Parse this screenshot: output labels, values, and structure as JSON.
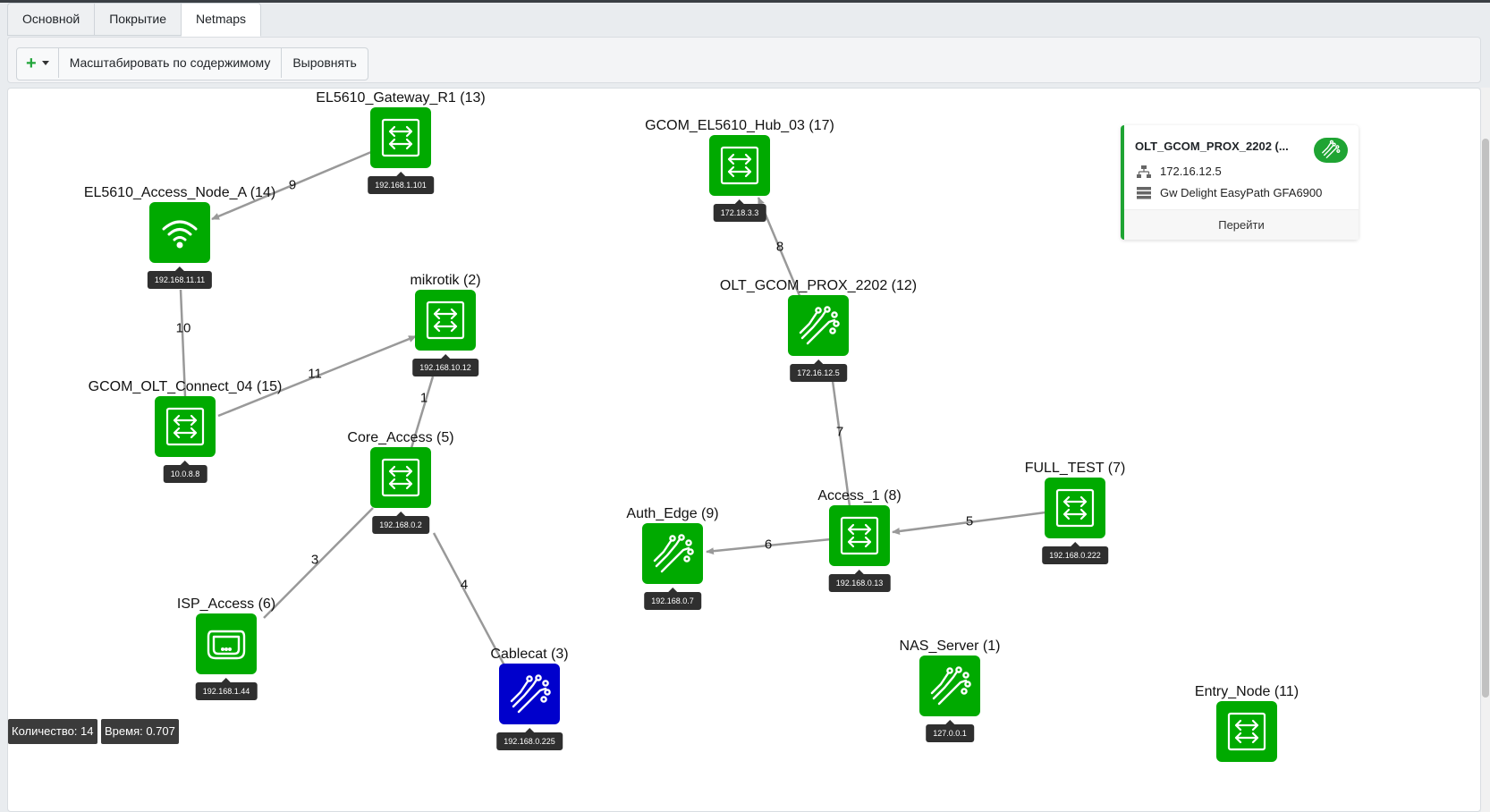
{
  "tabs": [
    "Основной",
    "Покрытие",
    "Netmaps"
  ],
  "toolbar": {
    "add_label": "+",
    "fit_label": "Масштабировать по содержимому",
    "align_label": "Выровнять"
  },
  "nodes": {
    "n13": {
      "name": "EL5610_Gateway_R1 (13)",
      "ip": "192.168.1.101",
      "type": "switch",
      "color": "#00aa00"
    },
    "n17": {
      "name": "GCOM_EL5610_Hub_03 (17)",
      "ip": "172.18.3.3",
      "type": "switch",
      "color": "#00aa00"
    },
    "n14": {
      "name": "EL5610_Access_Node_A (14)",
      "ip": "192.168.11.11",
      "type": "wifi",
      "color": "#00aa00"
    },
    "n2": {
      "name": "mikrotik (2)",
      "ip": "192.168.10.12",
      "type": "switch",
      "color": "#00aa00"
    },
    "n12": {
      "name": "OLT_GCOM_PROX_2202 (12)",
      "ip": "172.16.12.5",
      "type": "olt",
      "color": "#00aa00"
    },
    "n15": {
      "name": "GCOM_OLT_Connect_04 (15)",
      "ip": "10.0.8.8",
      "type": "switch",
      "color": "#00aa00"
    },
    "n5": {
      "name": "Core_Access (5)",
      "ip": "192.168.0.2",
      "type": "switch",
      "color": "#00aa00"
    },
    "n7": {
      "name": "FULL_TEST (7)",
      "ip": "192.168.0.222",
      "type": "switch",
      "color": "#00aa00"
    },
    "n8": {
      "name": "Access_1 (8)",
      "ip": "192.168.0.13",
      "type": "switch",
      "color": "#00aa00"
    },
    "n9": {
      "name": "Auth_Edge (9)",
      "ip": "192.168.0.7",
      "type": "olt",
      "color": "#00aa00"
    },
    "n6": {
      "name": "ISP_Access (6)",
      "ip": "192.168.1.44",
      "type": "router",
      "color": "#00aa00"
    },
    "n3": {
      "name": "Cablecat (3)",
      "ip": "192.168.0.225",
      "type": "olt",
      "color": "#0000cc"
    },
    "n1": {
      "name": "NAS_Server (1)",
      "ip": "127.0.0.1",
      "type": "olt",
      "color": "#00aa00"
    },
    "n11": {
      "name": "Entry_Node (11)",
      "ip": "",
      "type": "switch",
      "color": "#00aa00"
    }
  },
  "edges": [
    "9",
    "10",
    "11",
    "1",
    "3",
    "4",
    "8",
    "7",
    "6",
    "5"
  ],
  "info_card": {
    "title": "OLT_GCOM_PROX_2202 (...",
    "ip": "172.16.12.5",
    "model": "Gw Delight EasyPath GFA6900",
    "action": "Перейти"
  },
  "status": {
    "count": "Количество: 14",
    "time": "Время: 0.707"
  },
  "colors": {
    "online": "#00aa00",
    "selected": "#0000cc",
    "edge": "#999999"
  }
}
